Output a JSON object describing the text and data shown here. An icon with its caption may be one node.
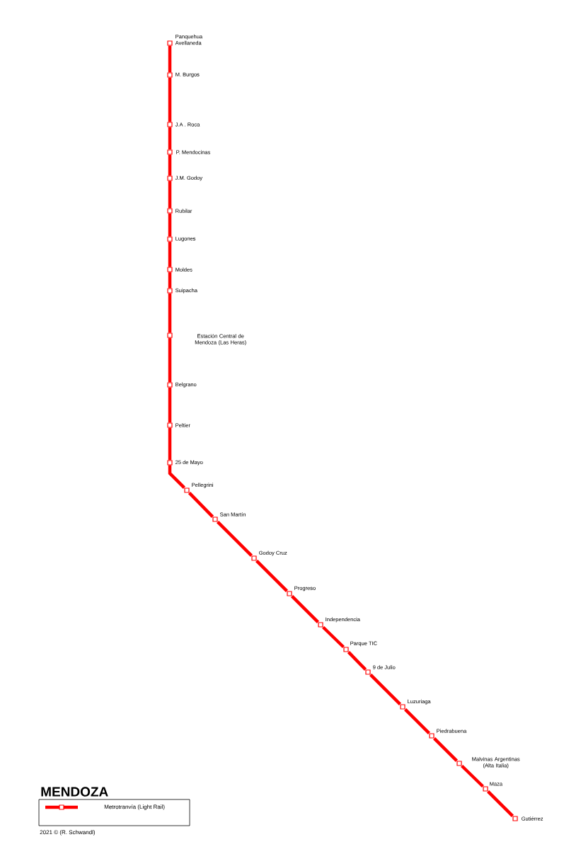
{
  "diagram": {
    "title": "MENDOZA",
    "nodes": [
      {
        "text": [
          "Panquehua Avellaneda"
        ]
      },
      {
        "text": [
          "M. Burgos"
        ]
      },
      {
        "text": [
          "J.A . Roca"
        ]
      },
      {
        "text": [
          "P. Mendocinas"
        ]
      },
      {
        "text": [
          "J.M. Godoy"
        ]
      },
      {
        "text": [
          "Rubilar"
        ]
      },
      {
        "text": [
          "Lugones"
        ]
      },
      {
        "text": [
          "Moldes"
        ]
      },
      {
        "text": [
          "Suipacha"
        ]
      },
      {
        "text": [
          "Estación Central de Mendoza (Las Heras)"
        ]
      },
      {
        "text": [
          "Belgrano"
        ]
      },
      {
        "text": [
          "Peltier"
        ]
      },
      {
        "text": [
          "25 de Mayo"
        ]
      },
      {
        "text": [
          "Pellegrini"
        ]
      },
      {
        "text": [
          "San Martín"
        ]
      },
      {
        "text": [
          "Godoy Cruz"
        ]
      },
      {
        "text": [
          "Progreso"
        ]
      },
      {
        "text": [
          "Independencia"
        ]
      },
      {
        "text": [
          "Parque TIC"
        ]
      },
      {
        "text": [
          "9 de Julio"
        ]
      },
      {
        "text": [
          "Luzuriaga"
        ]
      },
      {
        "text": [
          "Piedrabuena"
        ]
      },
      {
        "text": [
          "Malvinas Argentinas (Alta Italia)"
        ]
      },
      {
        "text": [
          "Maza"
        ]
      },
      {
        "text": [
          "Gutiérrez"
        ]
      }
    ],
    "edges": [
      {
        "from": 0,
        "to": 1,
        "arrow": "none"
      },
      {
        "from": 1,
        "to": 2,
        "arrow": "none"
      },
      {
        "from": 2,
        "to": 3,
        "arrow": "none"
      },
      {
        "from": 3,
        "to": 4,
        "arrow": "none"
      },
      {
        "from": 4,
        "to": 5,
        "arrow": "none"
      },
      {
        "from": 5,
        "to": 6,
        "arrow": "none"
      },
      {
        "from": 6,
        "to": 7,
        "arrow": "none"
      },
      {
        "from": 7,
        "to": 8,
        "arrow": "none"
      },
      {
        "from": 8,
        "to": 9,
        "arrow": "none"
      },
      {
        "from": 9,
        "to": 10,
        "arrow": "none"
      },
      {
        "from": 10,
        "to": 11,
        "arrow": "none"
      },
      {
        "from": 11,
        "to": 12,
        "arrow": "none"
      },
      {
        "from": 12,
        "to": 13,
        "arrow": "none"
      },
      {
        "from": 13,
        "to": 14,
        "arrow": "none"
      },
      {
        "from": 14,
        "to": 15,
        "arrow": "none"
      },
      {
        "from": 15,
        "to": 16,
        "arrow": "none"
      },
      {
        "from": 16,
        "to": 17,
        "arrow": "none"
      },
      {
        "from": 17,
        "to": 18,
        "arrow": "none"
      },
      {
        "from": 18,
        "to": 19,
        "arrow": "none"
      },
      {
        "from": 19,
        "to": 20,
        "arrow": "none"
      },
      {
        "from": 20,
        "to": 21,
        "arrow": "none"
      },
      {
        "from": 21,
        "to": 22,
        "arrow": "none"
      },
      {
        "from": 22,
        "to": 23,
        "arrow": "none"
      },
      {
        "from": 23,
        "to": 24,
        "arrow": "none"
      }
    ],
    "labels": [
      "2021 © (R. Schwandl)"
    ],
    "legend": [
      {
        "text": "Metrotranvía (Light Rail)"
      }
    ]
  }
}
